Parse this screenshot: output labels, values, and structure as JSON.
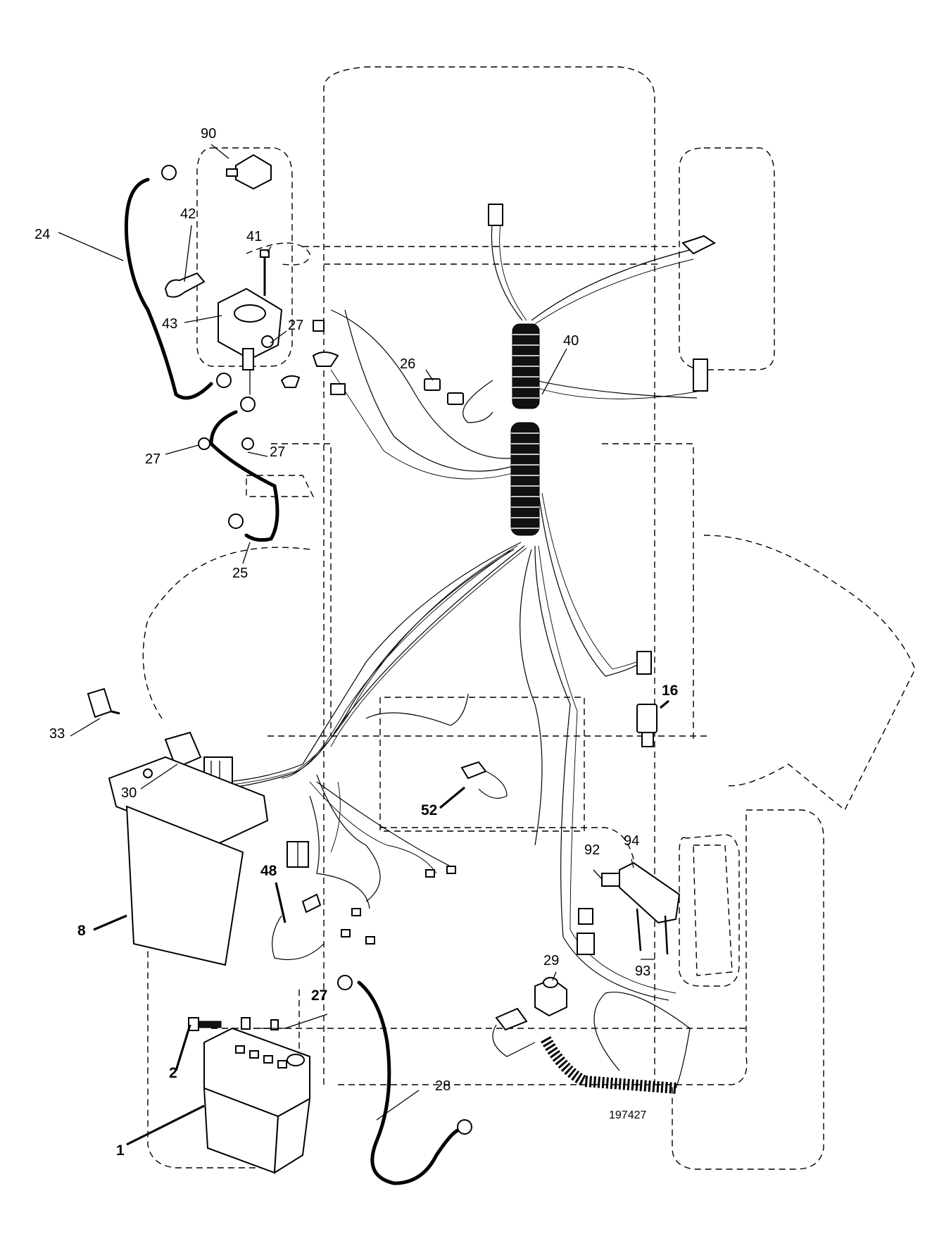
{
  "labels": {
    "p1": "1",
    "p2": "2",
    "p8": "8",
    "p16": "16",
    "p24": "24",
    "p25": "25",
    "p26": "26",
    "p27a": "27",
    "p27b": "27",
    "p27c": "27",
    "p27d": "27",
    "p28": "28",
    "p29": "29",
    "p30": "30",
    "p33": "33",
    "p40": "40",
    "p41": "41",
    "p42": "42",
    "p43": "43",
    "p48": "48",
    "p52": "52",
    "p90": "90",
    "p92": "92",
    "p93": "93",
    "p94": "94"
  },
  "figure_number": "197427"
}
